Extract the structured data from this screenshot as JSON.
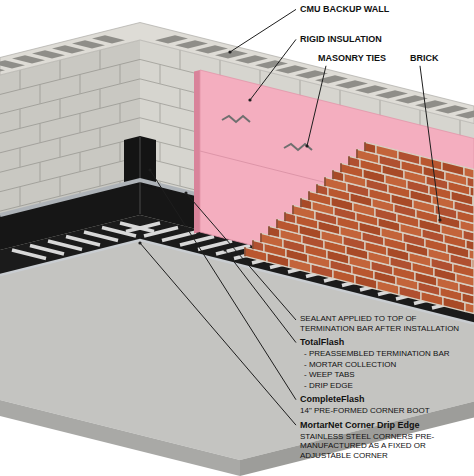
{
  "diagram": {
    "labels": [
      "CMU BACKUP WALL",
      "RIGID INSULATION",
      "MASONRY TIES",
      "BRICK",
      "SEALANT APPLIED TO TOP OF TERMINATION BAR AFTER INSTALLATION",
      "TotalFlash",
      "- PREASSEMBLED TERMINATION BAR",
      "- MORTAR COLLECTION",
      "- WEEP TABS",
      "- DRIP EDGE",
      "CompleteFlash",
      "14\" PRE-FORMED CORNER BOOT",
      "MortarNet Corner Drip Edge",
      "STAINLESS STEEL CORNERS PRE-MANUFACTURED AS A FIXED OR ADJUSTABLE CORNER"
    ]
  }
}
